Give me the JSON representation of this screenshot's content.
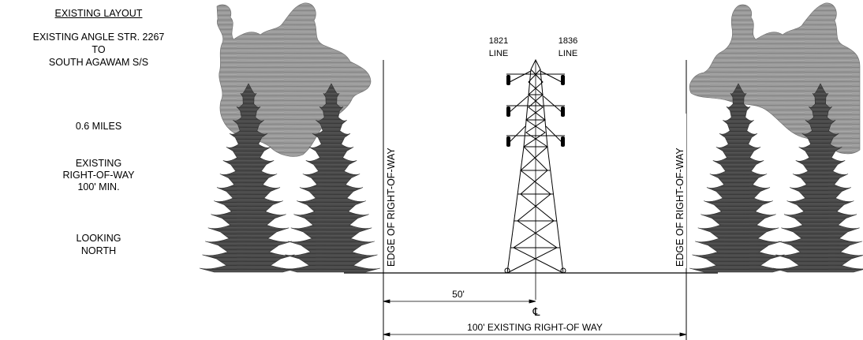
{
  "notes": {
    "title": "EXISTING LAYOUT",
    "structure_lines": [
      "EXISTING ANGLE STR. 2267",
      "TO",
      "SOUTH AGAWAM S/S"
    ],
    "distance": "0.6 MILES",
    "row_lines": [
      "EXISTING",
      "RIGHT-OF-WAY",
      "100' MIN."
    ],
    "direction_lines": [
      "LOOKING",
      "NORTH"
    ]
  },
  "tower": {
    "left_circuit": [
      "1821",
      "LINE"
    ],
    "right_circuit": [
      "1836",
      "LINE"
    ]
  },
  "edges": {
    "left": "EDGE OF RIGHT-OF-WAY",
    "right": "EDGE OF RIGHT-OF-WAY"
  },
  "dimensions": {
    "half_width": "50'",
    "centerline": "℄",
    "full_width": "100' EXISTING RIGHT-OF WAY"
  },
  "colors": {
    "foliage": "#9a9a9a",
    "conifer": "#4a4a4a",
    "line": "#000000"
  }
}
